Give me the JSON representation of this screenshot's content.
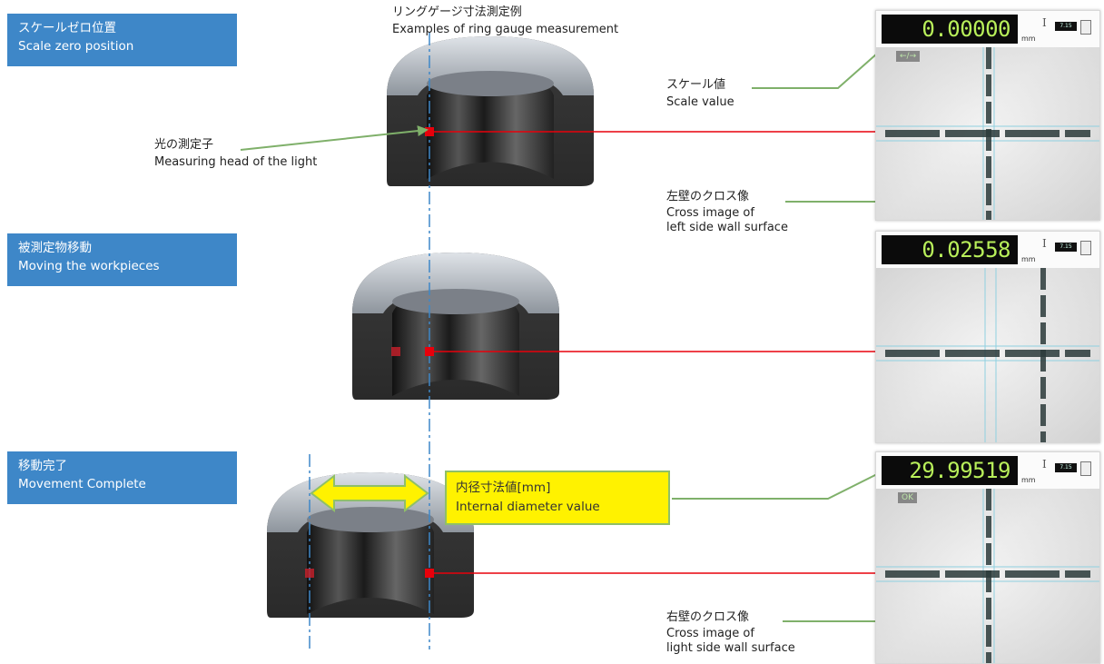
{
  "steps": [
    {
      "jp": "スケールゼロ位置",
      "en": "Scale zero position"
    },
    {
      "jp": "被測定物移動",
      "en": "Moving the workpieces"
    },
    {
      "jp": "移動完了",
      "en": "Movement Complete"
    }
  ],
  "header": {
    "jp": "リングゲージ寸法測定例",
    "en": "Examples of ring gauge measurement"
  },
  "labels": {
    "measuring_head": {
      "jp": "光の測定子",
      "en": "Measuring head of the light"
    },
    "scale_value": {
      "jp": "スケール値",
      "en": "Scale value"
    },
    "left_cross": {
      "jp": "左壁のクロス像",
      "en1": "Cross image of",
      "en2": "left side wall surface"
    },
    "right_cross": {
      "jp": "右壁のクロス像",
      "en1": "Cross image of",
      "en2": "light side wall surface"
    },
    "internal_diameter": {
      "jp": "内径寸法値[mm]",
      "en": "Internal diameter value"
    }
  },
  "readouts": [
    {
      "value": "0.00000",
      "unit": "mm",
      "tag": "←/→"
    },
    {
      "value": "0.02558",
      "unit": "mm",
      "tag": ""
    },
    {
      "value": "29.99519",
      "unit": "mm",
      "tag": "OK"
    }
  ],
  "battery_label": "7.15",
  "colors": {
    "step_box": "#3e87c8",
    "callout_line": "#7fb06a",
    "arrow": "#e8000b",
    "axis": "#3e87c8",
    "highlight": "#fff200"
  }
}
